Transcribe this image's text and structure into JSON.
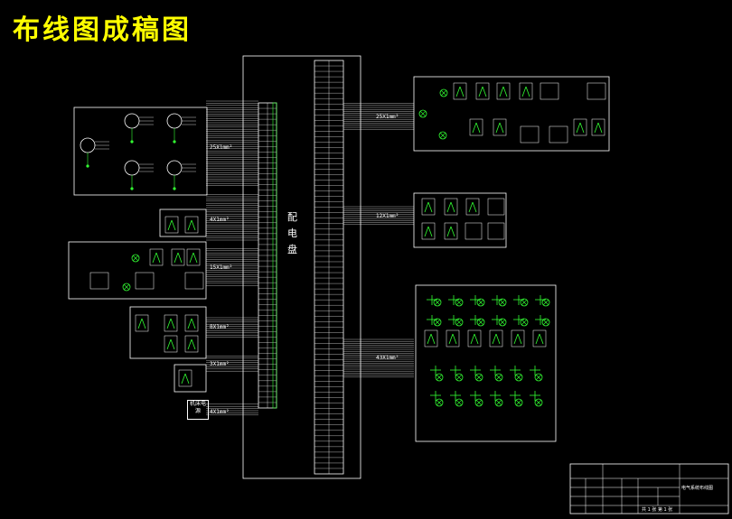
{
  "title": "布线图成稿图",
  "panel_label": "配电盘",
  "external_source": "机床电源",
  "cables": {
    "motors": "25X1mm²",
    "small_box": "4X1mm²",
    "lamp_box": "15X1mm²",
    "valve_box": "8X1mm²",
    "switch_box": "3X1mm²",
    "power": "4X1mm²",
    "top_right": "25X1mm²",
    "mid_right": "12X1mm²",
    "bottom_right": "43X1mm²"
  },
  "title_block": {
    "drawing_name": "电气系统布线图",
    "pages": "共 1 张   第 1 张"
  },
  "colors": {
    "title": "#ffff00",
    "lines": "#ffffff",
    "components": "#33ff33"
  }
}
